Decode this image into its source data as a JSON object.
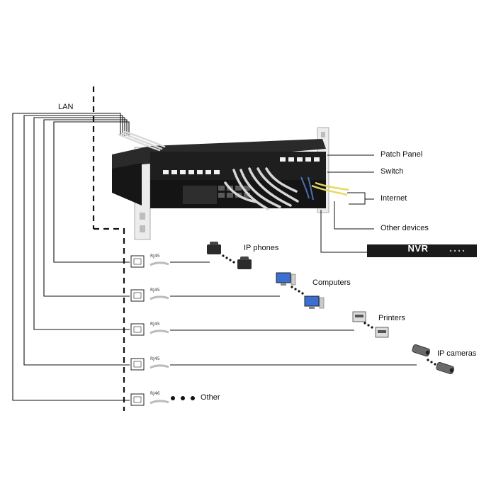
{
  "labels": {
    "lan": "LAN",
    "patch_panel": "Patch Panel",
    "switch": "Switch",
    "internet": "Internet",
    "other_devices": "Other devices",
    "nvr": "NVR",
    "ip_phones": "IP phones",
    "computers": "Computers",
    "printers": "Printers",
    "ip_cameras": "IP cameras",
    "other": "Other"
  },
  "outlets": [
    {
      "port_label": "RJ45",
      "device": "IP phones"
    },
    {
      "port_label": "RJ45",
      "device": "Computers"
    },
    {
      "port_label": "RJ45",
      "device": "Printers"
    },
    {
      "port_label": "RJ45",
      "device": "IP cameras"
    },
    {
      "port_label": "RJ46",
      "device": "Other"
    }
  ],
  "colors": {
    "line": "#111111",
    "rack_body": "#1c1c1c",
    "rack_rail": "#e8e8e8",
    "patch_cable": "#d7d7d7",
    "internet_cable": "#e8d860",
    "lan_port_cable": "#4a6fb0",
    "nvr_body": "#1a1a1a"
  }
}
